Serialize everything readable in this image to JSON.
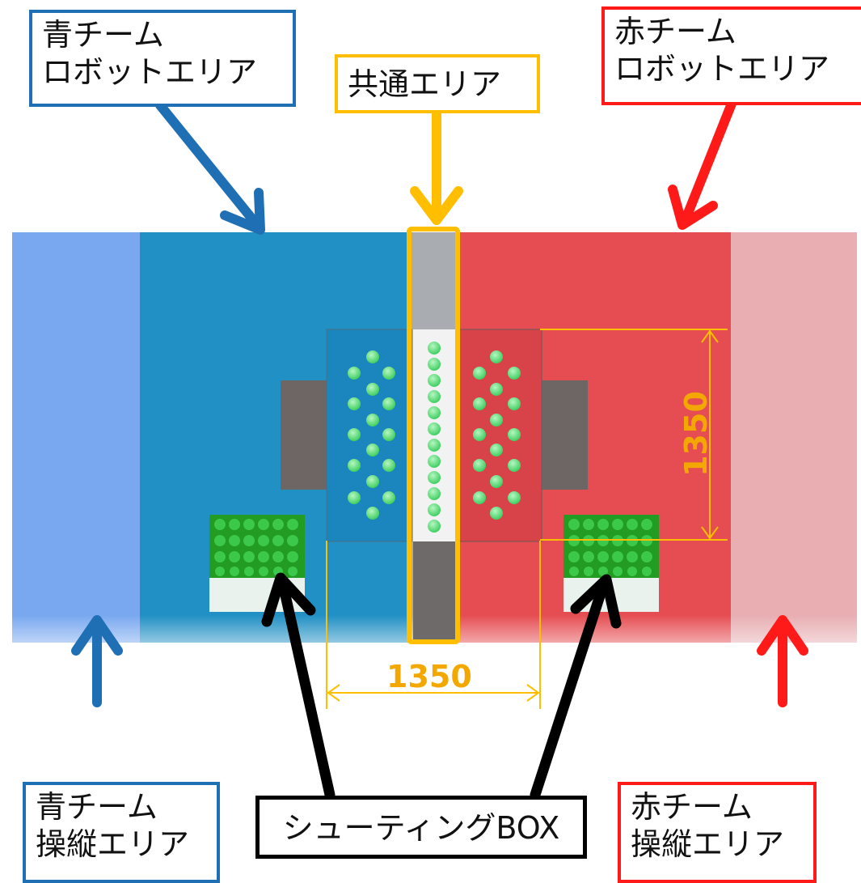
{
  "labels": {
    "blue_robot": {
      "line1": "青チーム",
      "line2": "ロボットエリア"
    },
    "red_robot": {
      "line1": "赤チーム",
      "line2": "ロボットエリア"
    },
    "common": {
      "line1": "共通エリア"
    },
    "blue_operator": {
      "line1": "青チーム",
      "line2": "操縦エリア"
    },
    "red_operator": {
      "line1": "赤チーム",
      "line2": "操縦エリア"
    },
    "shooting_box": {
      "line1": "シューティングBOX"
    }
  },
  "dimensions": {
    "width": "1350",
    "height": "1350"
  },
  "colors": {
    "blue_operator_area": "#7aa8f0",
    "blue_robot_area": "#2190c4",
    "common_area": "#a9adb2",
    "red_robot_area": "#e54d52",
    "red_operator_area": "#e8aeb2",
    "blue_arrow": "#1f6fb5",
    "red_arrow": "#ff1a1a",
    "gold": "#ffbf00",
    "ball_green": "#5fe07a",
    "box_green": "#29a329"
  }
}
